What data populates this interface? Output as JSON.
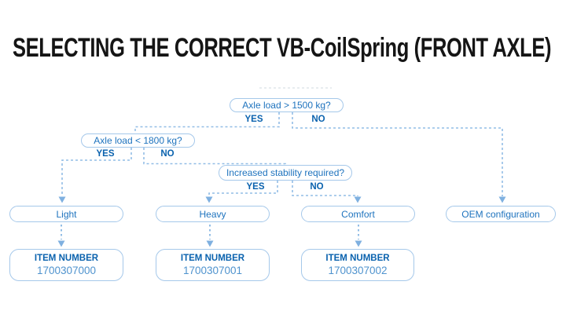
{
  "title": "SELECTING THE CORRECT VB-CoilSpring (FRONT AXLE)",
  "colors": {
    "title_text": "#151515",
    "question_text": "#1e73be",
    "branch_label_text": "#0a62ae",
    "box_border": "#a5c8ea",
    "connector": "#92bde6",
    "arrowhead": "#7fb0e0",
    "item_number_text": "#4f93ce"
  },
  "decisions": [
    {
      "question": "Axle load > 1500 kg?",
      "yes_label": "YES",
      "no_label": "NO"
    },
    {
      "question": "Axle load < 1800 kg?",
      "yes_label": "YES",
      "no_label": "NO"
    },
    {
      "question": "Increased stability required?",
      "yes_label": "YES",
      "no_label": "NO"
    }
  ],
  "results": [
    {
      "label": "Light"
    },
    {
      "label": "Heavy"
    },
    {
      "label": "Comfort"
    },
    {
      "label": "OEM configuration"
    }
  ],
  "items": [
    {
      "heading": "ITEM NUMBER",
      "number": "1700307000"
    },
    {
      "heading": "ITEM NUMBER",
      "number": "1700307001"
    },
    {
      "heading": "ITEM NUMBER",
      "number": "1700307002"
    }
  ]
}
